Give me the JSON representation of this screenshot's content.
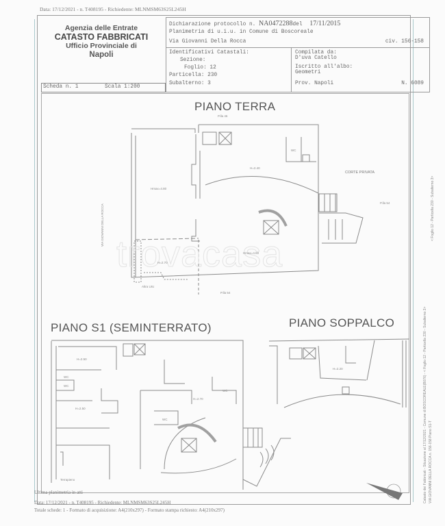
{
  "header_line": "Data: 17/12/2021 - n. T408195 - Richiedente: MLNMSM63S25L245H",
  "agency": {
    "line1": "Agenzia delle Entrate",
    "line2": "CATASTO FABBRICATI",
    "line3": "Ufficio Provinciale di",
    "line4": "Napoli"
  },
  "declaration": {
    "protocol_label": "Dichiarazione protocollo n.",
    "protocol_number": "NA0472288",
    "date_label": "del",
    "date": "17/11/2015",
    "planimetry": "Planimetria di u.i.u. in Comune di Boscoreale",
    "address": "Via Giovanni Della Rocca",
    "civic": "civ. 156-158"
  },
  "identifiers": {
    "title": "Identificativi Catastali:",
    "sezione": "Sezione:",
    "foglio": "Foglio: 12",
    "particella": "Particella: 230",
    "subalterno": "Subalterno: 3"
  },
  "compiler": {
    "compiled_by_label": "Compilata da:",
    "compiled_by": "D'uva Catello",
    "register_label": "Iscritto all'albo:",
    "register": "Geometri",
    "province": "Prov. Napoli",
    "number": "N. 6089"
  },
  "sheet": {
    "scheda": "Scheda n. 1",
    "scala": "Scala 1:200"
  },
  "floors": {
    "ground": {
      "title": "PIANO TERRA",
      "north_parcel": "P.lla 46",
      "south_parcel": "P.lla 54",
      "east_parcel": "P.lla 54",
      "street": "VIA GIOVANNI DELLA ROCCA",
      "courtyard": "CORTE PRIVATA",
      "other_unit": "Altra UIU",
      "rooms": [
        "H=2.40",
        "Hmax=4.80",
        "Hmax=4.80",
        "H=2.70",
        "WC"
      ]
    },
    "basement": {
      "title": "PIANO S1 (SEMINTERRATO)",
      "rooms": [
        "H=2.50",
        "WC",
        "WC",
        "H=2.50",
        "H=2.70",
        "WC",
        "WC",
        "Terrapieno"
      ]
    },
    "mezzanine": {
      "title": "PIANO SOPPALCO",
      "rooms": [
        "H=2.20"
      ]
    }
  },
  "watermark": "trovacasa",
  "footer": {
    "note": "Ultima planimetria in atti",
    "line1": "Data: 17/12/2021 - n. T408195 - Richiedente: MLNMSM63S25L245H",
    "line2": "Totale schede: 1 - Formato di acquisizione: A4(210x297) - Formato stampa richiesto: A4(210x297)"
  },
  "side_text": {
    "top": "< Foglio 12 - Particella 230 - Subalterno 3>",
    "line1": "Catasto dei Fabbricati - Situazione al 17/12/2021 - Comune di BOSCOREALE(B076) - < Foglio 12 - Particella 230 - Subalterno 3>",
    "line2": "VIA GIOVANNI DELLA ROCCA n. 156-158 Piano S1-T"
  }
}
